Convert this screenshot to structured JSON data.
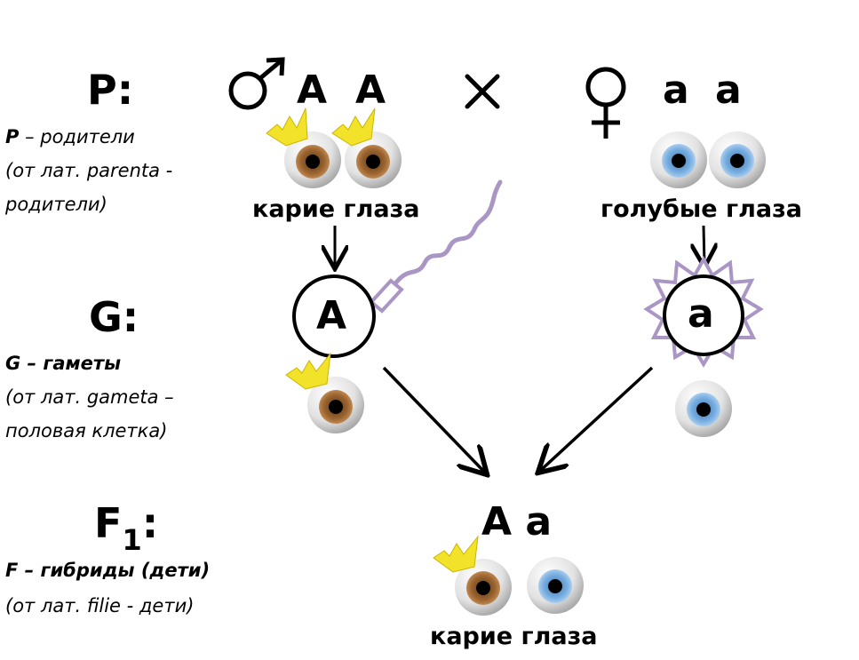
{
  "colors": {
    "brown_iris": "#8a5a2b",
    "blue_iris": "#6fa8dc",
    "crown": "#f2e22a",
    "accent_lavender": "#a996c4",
    "text": "#000000"
  },
  "icons": {
    "male": "male-symbol-icon",
    "female": "female-symbol-icon",
    "cross": "cross-icon",
    "brown_eye": "brown-eye-icon",
    "blue_eye": "blue-eye-icon",
    "crown": "crown-icon",
    "sperm": "sperm-icon",
    "egg": "egg-icon"
  },
  "parents": {
    "label": "P:",
    "note_term": "Р",
    "note_def": " – родители",
    "note_line2": "(от лат. parenta -",
    "note_line3": "родители)",
    "male_symbol": "♂",
    "male_allele_1": "A",
    "male_allele_2": "A",
    "cross": "×",
    "female_symbol": "♀",
    "female_allele_1": "a",
    "female_allele_2": "a",
    "male_trait": "карие глаза",
    "female_trait": "голубые глаза"
  },
  "gametes": {
    "label": "G:",
    "note_line1": "G – гаметы",
    "note_line2": "(от лат. gameta –",
    "note_line3": "половая клетка)",
    "male_gamete": "A",
    "female_gamete": "a"
  },
  "offspring": {
    "label_main": "F",
    "label_sub": "1",
    "label_colon": ":",
    "note_line1": "F – гибриды (дети)",
    "note_line2": "(от лат. filie - дети)",
    "genotype": "A a",
    "trait": "карие глаза"
  }
}
